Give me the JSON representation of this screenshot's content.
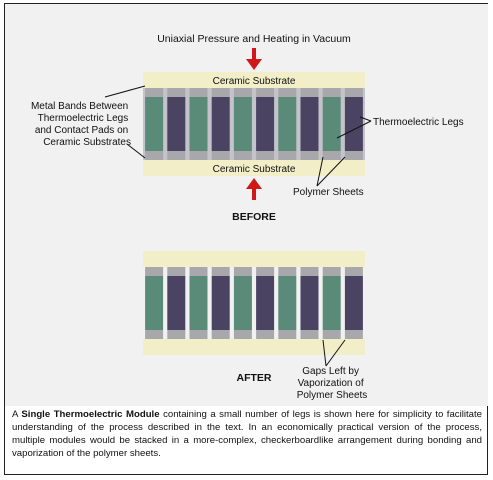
{
  "figure": {
    "top_label": "Uniaxial Pressure and Heating in Vacuum",
    "substrate_label": "Ceramic Substrate",
    "metal_bands_label": [
      "Metal Bands Between",
      "Thermoelectric Legs",
      "and Contact Pads on",
      "Ceramic Substrates"
    ],
    "legs_label": "Thermoelectric Legs",
    "polymer_label": "Polymer Sheets",
    "before_label": "BEFORE",
    "after_label": "AFTER",
    "gaps_label": [
      "Gaps Left by",
      "Vaporization of",
      "Polymer Sheets"
    ]
  },
  "legs": [
    "green",
    "purple",
    "green",
    "purple",
    "green",
    "purple",
    "green",
    "purple",
    "green",
    "purple"
  ],
  "colors": {
    "substrate": "#f2eec8",
    "green_leg": "#5a8a78",
    "purple_leg": "#4a4462",
    "polymer": "#c3c3c9",
    "metal_band": "#a8a8ac",
    "arrow": "#d01818",
    "panel_bg": "#f1f1f1"
  },
  "caption": {
    "bold": "Single Thermoelectric Module",
    "prefix": "A ",
    "rest": " containing a small number of legs is shown here for simplicity to facilitate understanding of the process described in the text. In an economically practical version of the process, multiple modules would be stacked in a more-complex, checkerboardlike arrangement during bonding and vaporization of the polymer sheets."
  }
}
